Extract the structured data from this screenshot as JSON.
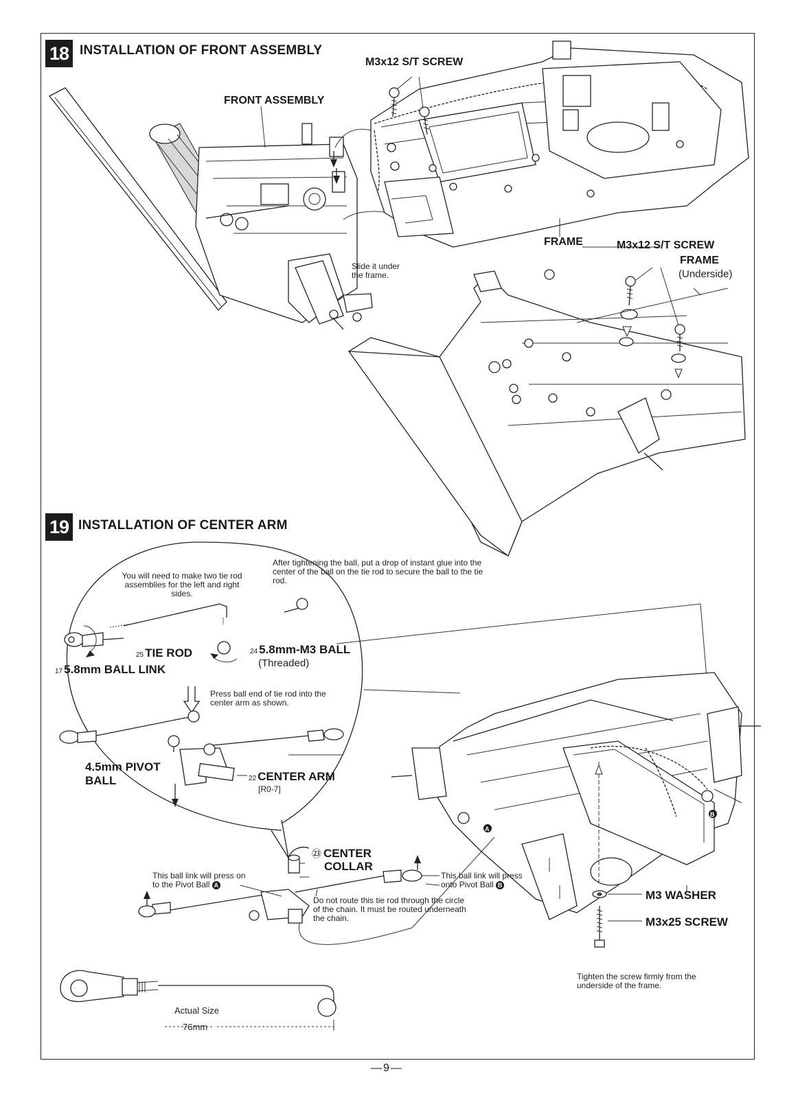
{
  "page_number": "—9—",
  "step18": {
    "number": "18",
    "title": "INSTALLATION OF FRONT ASSEMBLY",
    "labels": {
      "front_assembly": "FRONT ASSEMBLY",
      "screw_top": "M3x12 S/T SCREW",
      "frame": "FRAME",
      "screw_bottom": "M3x12 S/T SCREW",
      "frame_underside_title": "FRAME",
      "frame_underside_sub": "(Underside)",
      "slide_note_1": "Slide it under",
      "slide_note_2": "the frame."
    }
  },
  "step19": {
    "number": "19",
    "title": "INSTALLATION OF CENTER ARM",
    "notes": {
      "glue": "After tightening the ball, put a drop of instant glue into the center of the ball on the tie rod to secure the ball to the tie rod.",
      "two_assemblies": "You will need to make two tie rod assemblies for the left and right sides.",
      "press_ball": "Press ball end of tie rod into the center arm as shown.",
      "link_a": "This ball link will press on to the Pivot Ball ",
      "link_b": "This ball link will press onto Pivot Ball ",
      "route": "Do not route this tie rod through the circle of the chain. It must be routed underneath the chain.",
      "tighten": "Tighten the screw firmly from the underside of the frame."
    },
    "parts": {
      "tie_rod": {
        "num": "25",
        "label": "TIE ROD"
      },
      "ball": {
        "num": "24",
        "label": "5.8mm-M3 BALL",
        "sub": "(Threaded)"
      },
      "ball_link": {
        "num": "17",
        "label": "5.8mm BALL LINK"
      },
      "pivot_ball_1": "4.5mm PIVOT",
      "pivot_ball_2": "BALL",
      "center_arm": {
        "num": "22",
        "label": "CENTER ARM",
        "code": "[R0-7]"
      },
      "center_collar_1": "CENTER",
      "center_collar_2": "COLLAR",
      "center_collar_num": "㉓",
      "m3_washer": "M3 WASHER",
      "m3x25_screw": "M3x25 SCREW"
    },
    "markers": {
      "a": "A",
      "b": "B"
    },
    "actual_size": {
      "label": "Actual Size",
      "length": "76mm"
    }
  }
}
